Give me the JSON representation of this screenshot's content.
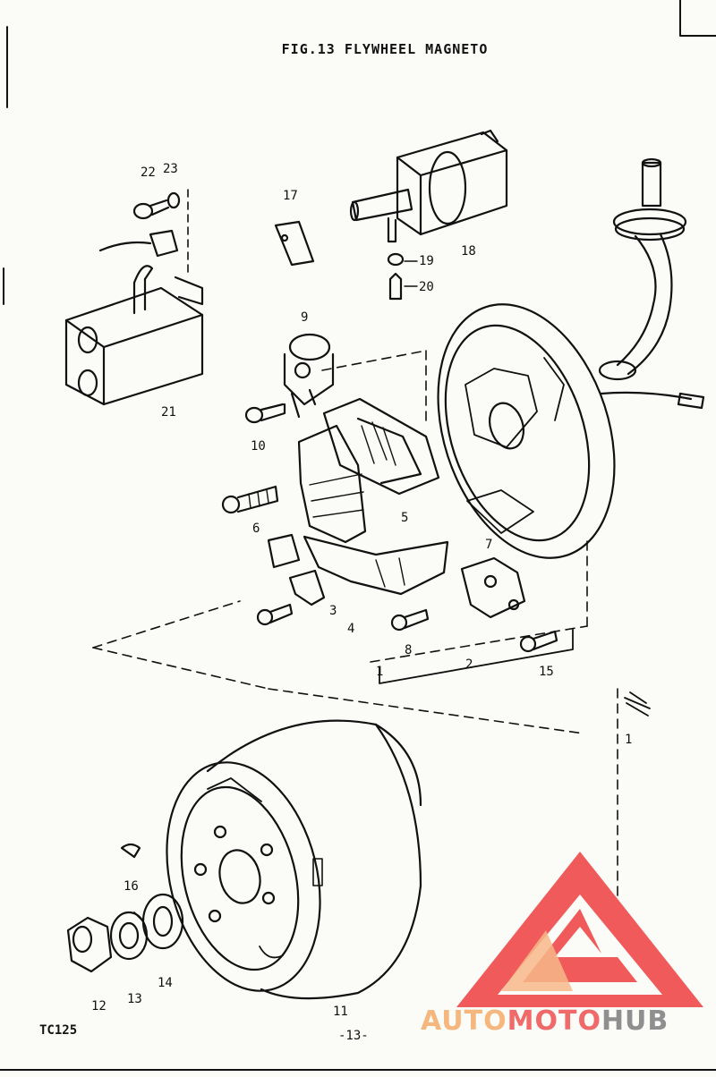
{
  "title": "FIG.13 FLYWHEEL MAGNETO",
  "corner_code": "TC125",
  "page_number": "-13-",
  "watermark": {
    "auto": "AUTO",
    "moto": "MOTO",
    "hub": "HUB",
    "red": "#f05a5a",
    "peach": "#f7b98a",
    "grey": "#8f8f8f"
  },
  "parts": [
    {
      "id": "1",
      "label": "1"
    },
    {
      "id": "1b",
      "label": "1"
    },
    {
      "id": "2",
      "label": "2"
    },
    {
      "id": "3",
      "label": "3"
    },
    {
      "id": "4",
      "label": "4"
    },
    {
      "id": "5",
      "label": "5"
    },
    {
      "id": "6",
      "label": "6"
    },
    {
      "id": "7",
      "label": "7"
    },
    {
      "id": "8",
      "label": "8"
    },
    {
      "id": "9",
      "label": "9"
    },
    {
      "id": "10",
      "label": "10"
    },
    {
      "id": "11",
      "label": "11"
    },
    {
      "id": "12",
      "label": "12"
    },
    {
      "id": "13",
      "label": "13"
    },
    {
      "id": "14",
      "label": "14"
    },
    {
      "id": "15",
      "label": "15"
    },
    {
      "id": "16",
      "label": "16"
    },
    {
      "id": "17",
      "label": "17"
    },
    {
      "id": "18",
      "label": "18"
    },
    {
      "id": "19",
      "label": "19"
    },
    {
      "id": "20",
      "label": "20"
    },
    {
      "id": "21",
      "label": "21"
    },
    {
      "id": "22",
      "label": "22"
    },
    {
      "id": "23",
      "label": "23"
    }
  ]
}
